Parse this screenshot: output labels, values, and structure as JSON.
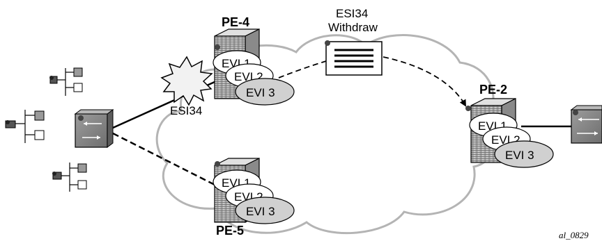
{
  "routers": {
    "pe4": {
      "label": "PE-4",
      "evis": [
        "EVI 1",
        "EVI 2",
        "EVI 3"
      ]
    },
    "pe5": {
      "label": "PE-5",
      "evis": [
        "EVI 1",
        "EVI 2",
        "EVI 3"
      ]
    },
    "pe2": {
      "label": "PE-2",
      "evis": [
        "EVI 1",
        "EVI 2",
        "EVI 3"
      ]
    }
  },
  "failure": {
    "label": "ESI34"
  },
  "message": {
    "line1": "ESI34",
    "line2": "Withdraw"
  },
  "figure_id": "al_0829",
  "colors": {
    "cloud_stroke": "#b4b4b4",
    "router_fill": "#b9b9b9",
    "evi_fill": "#d0d0d0",
    "burst_fill": "#f2f2f2",
    "link": "#000000"
  }
}
